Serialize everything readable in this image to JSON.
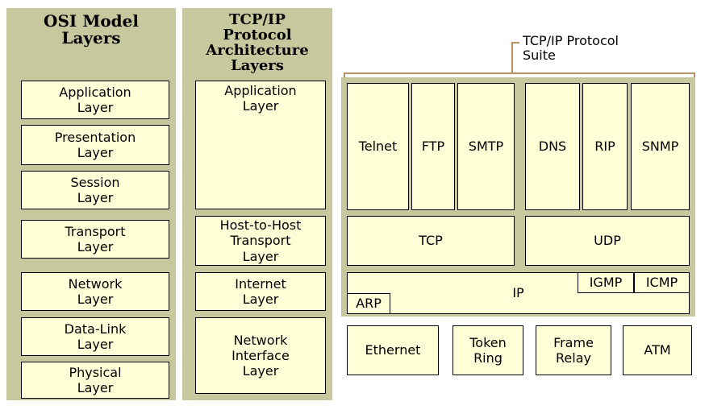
{
  "osi": {
    "title": "OSI Model\nLayers",
    "layers": [
      "Application\nLayer",
      "Presentation\nLayer",
      "Session\nLayer",
      "Transport\nLayer",
      "Network\nLayer",
      "Data-Link\nLayer",
      "Physical\nLayer"
    ]
  },
  "tcpip_arch": {
    "title": "TCP/IP\nProtocol\nArchitecture\nLayers",
    "layers": [
      "Application\nLayer",
      "Host-to-Host\nTransport\nLayer",
      "Internet\nLayer",
      "Network\nInterface\nLayer"
    ]
  },
  "suite": {
    "label": "TCP/IP Protocol\nSuite",
    "application_protocols": [
      "Telnet",
      "FTP",
      "SMTP",
      "DNS",
      "RIP",
      "SNMP"
    ],
    "transport_protocols": [
      "TCP",
      "UDP"
    ],
    "internet": {
      "ip": "IP",
      "igmp": "IGMP",
      "icmp": "ICMP",
      "arp": "ARP"
    },
    "network_interface": [
      "Ethernet",
      "Token\nRing",
      "Frame\nRelay",
      "ATM"
    ]
  },
  "colors": {
    "panel": "#c8c89e",
    "box_fill": "#ffffd7",
    "bracket": "#b89066"
  }
}
